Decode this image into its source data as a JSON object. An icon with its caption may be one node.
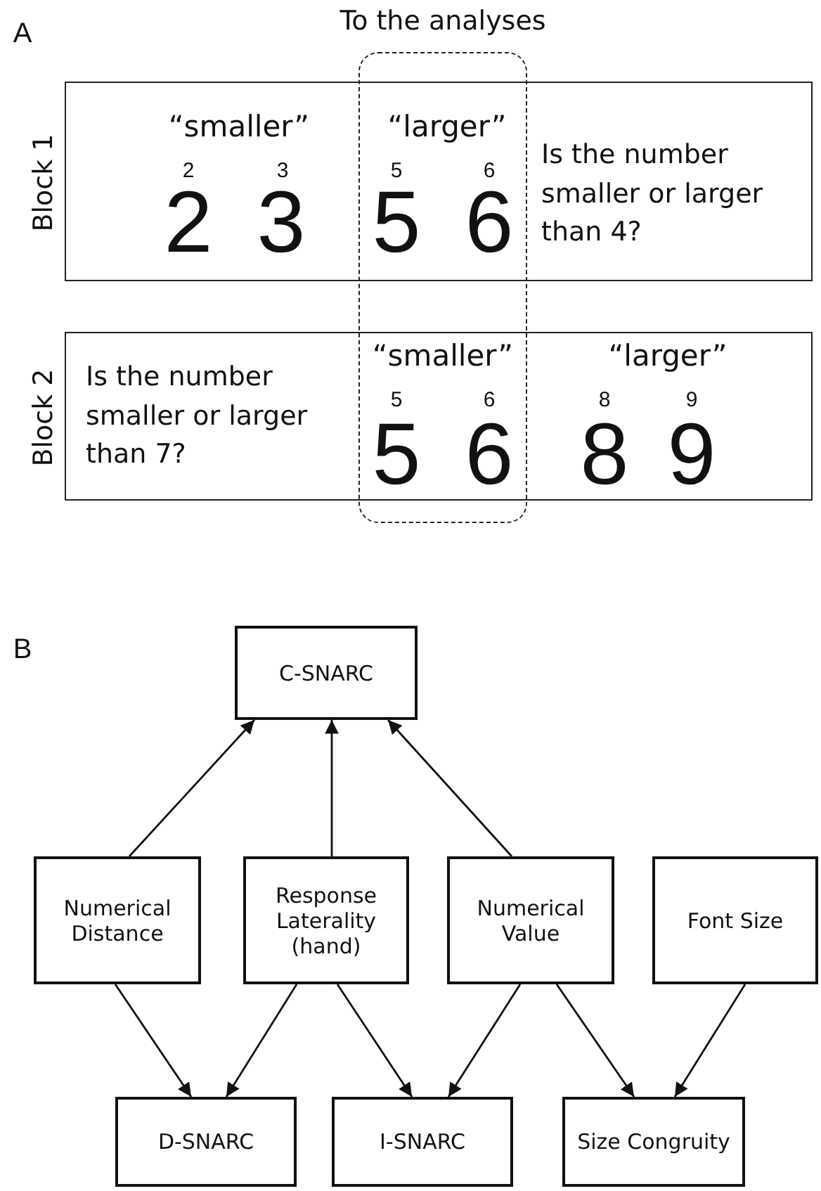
{
  "diagram": {
    "nodes": [
      {
        "text": [
          "Block 1",
          "Is the number smaller or larger than 4?"
        ]
      },
      {
        "text": [
          "Block 2",
          "Is the number smaller or larger than 7?"
        ]
      },
      {
        "text": [
          "To the analyses"
        ]
      },
      {
        "text": [
          "C-SNARC"
        ]
      },
      {
        "text": [
          "Numerical Distance"
        ]
      },
      {
        "text": [
          "Response Laterality (hand)"
        ]
      },
      {
        "text": [
          "Numerical Value"
        ]
      },
      {
        "text": [
          "Font Size"
        ]
      },
      {
        "text": [
          "D-SNARC"
        ]
      },
      {
        "text": [
          "I-SNARC"
        ]
      },
      {
        "text": [
          "Size Congruity"
        ]
      }
    ],
    "edges": [
      {
        "from": 4,
        "to": 3,
        "arrow": "to"
      },
      {
        "from": 5,
        "to": 3,
        "arrow": "to"
      },
      {
        "from": 6,
        "to": 3,
        "arrow": "to"
      },
      {
        "from": 4,
        "to": 8,
        "arrow": "to"
      },
      {
        "from": 5,
        "to": 8,
        "arrow": "to"
      },
      {
        "from": 5,
        "to": 9,
        "arrow": "to"
      },
      {
        "from": 6,
        "to": 9,
        "arrow": "to"
      },
      {
        "from": 6,
        "to": 10,
        "arrow": "to"
      },
      {
        "from": 7,
        "to": 10,
        "arrow": "to"
      }
    ],
    "labels": [
      "A",
      "“smaller”",
      "“larger”",
      "2",
      "3",
      "5",
      "6",
      "2",
      "3",
      "5",
      "6",
      "“smaller”",
      "“larger”",
      "5",
      "6",
      "8",
      "9",
      "5",
      "6",
      "8",
      "9",
      "B"
    ]
  }
}
